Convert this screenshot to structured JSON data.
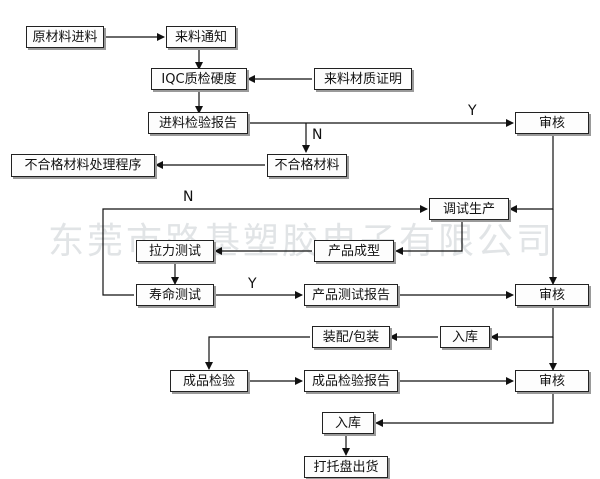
{
  "watermark": "东莞市路基塑胶电子有限公司",
  "nodes": {
    "raw_material_in": "原材料进料",
    "incoming_notice": "来料通知",
    "iqc_hardness": "IQC质检硬度",
    "material_cert": "来料材质证明",
    "incoming_report": "进料检验报告",
    "review_1": "审核",
    "nonconforming_procedure": "不合格材料处理程序",
    "nonconforming_material": "不合格材料",
    "debug_production": "调试生产",
    "tensile_test": "拉力测试",
    "molding": "产品成型",
    "life_test": "寿命测试",
    "product_test_report": "产品测试报告",
    "review_2": "审核",
    "assembly_packing": "装配/包装",
    "warehouse_1": "入库",
    "finished_inspection": "成品检验",
    "finished_report": "成品检验报告",
    "review_3": "审核",
    "warehouse_2": "入库",
    "palletize_ship": "打托盘出货"
  },
  "labels": {
    "yes_1": "Y",
    "no_1": "N",
    "no_2": "N",
    "yes_2": "Y"
  }
}
